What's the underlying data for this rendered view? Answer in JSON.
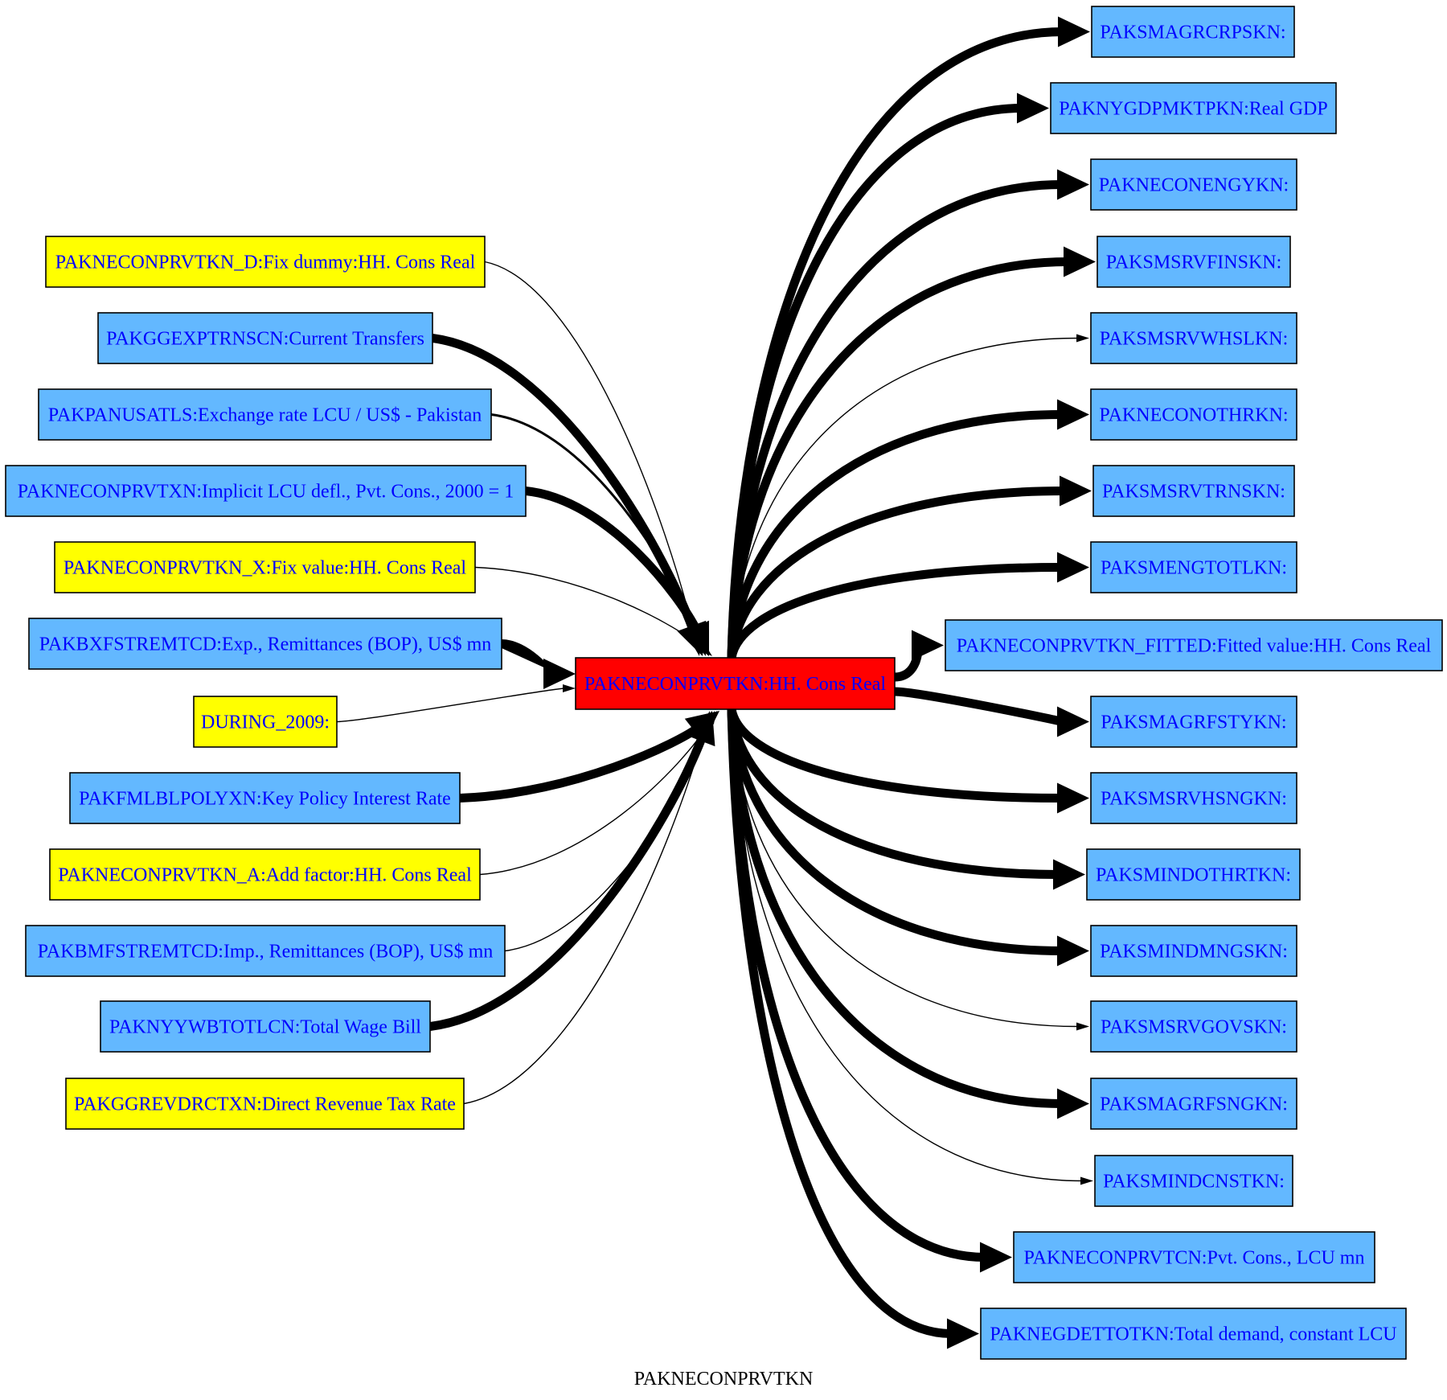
{
  "diagram": {
    "caption": "PAKNECONPRVTKN",
    "colors": {
      "center_fill": "#ff0000",
      "input_fill": "#63b8ff",
      "fixed_fill": "#ffff00",
      "text": "#0000ff",
      "border": "#000000",
      "edge": "#000000"
    },
    "center": {
      "id": "center",
      "label": "PAKNECONPRVTKN:HH. Cons Real"
    },
    "inputs": [
      {
        "id": "in1",
        "label": "PAKNECONPRVTKN_D:Fix dummy:HH. Cons Real",
        "kind": "fixed",
        "weight": "thin"
      },
      {
        "id": "in2",
        "label": "PAKGGEXPTRNSCN:Current Transfers",
        "kind": "var",
        "weight": "thick"
      },
      {
        "id": "in3",
        "label": "PAKPANUSATLS:Exchange rate LCU / US$ - Pakistan",
        "kind": "var",
        "weight": "medium"
      },
      {
        "id": "in4",
        "label": "PAKNECONPRVTXN:Implicit LCU defl., Pvt. Cons., 2000 = 1",
        "kind": "var",
        "weight": "thick"
      },
      {
        "id": "in5",
        "label": "PAKNECONPRVTKN_X:Fix value:HH. Cons Real",
        "kind": "fixed",
        "weight": "thin"
      },
      {
        "id": "in6",
        "label": "PAKBXFSTREMTCD:Exp., Remittances (BOP), US$ mn",
        "kind": "var",
        "weight": "thick"
      },
      {
        "id": "in7",
        "label": "DURING_2009:",
        "kind": "fixed",
        "weight": "thin"
      },
      {
        "id": "in8",
        "label": "PAKFMLBLPOLYXN:Key Policy Interest Rate",
        "kind": "var",
        "weight": "thick"
      },
      {
        "id": "in9",
        "label": "PAKNECONPRVTKN_A:Add factor:HH. Cons Real",
        "kind": "fixed",
        "weight": "thin"
      },
      {
        "id": "in10",
        "label": "PAKBMFSTREMTCD:Imp., Remittances (BOP), US$ mn",
        "kind": "var",
        "weight": "thin"
      },
      {
        "id": "in11",
        "label": "PAKNYYWBTOTLCN:Total Wage Bill",
        "kind": "var",
        "weight": "thick"
      },
      {
        "id": "in12",
        "label": "PAKGGREVDRCTXN:Direct Revenue Tax Rate",
        "kind": "fixed",
        "weight": "thin"
      }
    ],
    "outputs": [
      {
        "id": "out1",
        "label": "PAKSMAGRCRPSKN:",
        "weight": "thick"
      },
      {
        "id": "out2",
        "label": "PAKNYGDPMKTPKN:Real GDP",
        "weight": "thick"
      },
      {
        "id": "out3",
        "label": "PAKNECONENGYKN:",
        "weight": "thick"
      },
      {
        "id": "out4",
        "label": "PAKSMSRVFINSKN:",
        "weight": "thick"
      },
      {
        "id": "out5",
        "label": "PAKSMSRVWHSLKN:",
        "weight": "thin"
      },
      {
        "id": "out6",
        "label": "PAKNECONOTHRKN:",
        "weight": "thick"
      },
      {
        "id": "out7",
        "label": "PAKSMSRVTRNSKN:",
        "weight": "thick"
      },
      {
        "id": "out8",
        "label": "PAKSMENGTOTLKN:",
        "weight": "thick"
      },
      {
        "id": "out9",
        "label": "PAKNECONPRVTKN_FITTED:Fitted  value:HH. Cons Real",
        "weight": "thick"
      },
      {
        "id": "out10",
        "label": "PAKSMAGRFSTYKN:",
        "weight": "thick"
      },
      {
        "id": "out11",
        "label": "PAKSMSRVHSNGKN:",
        "weight": "thick"
      },
      {
        "id": "out12",
        "label": "PAKSMINDOTHRTKN:",
        "weight": "thick"
      },
      {
        "id": "out13",
        "label": "PAKSMINDMNGSKN:",
        "weight": "thick"
      },
      {
        "id": "out14",
        "label": "PAKSMSRVGOVSKN:",
        "weight": "thin"
      },
      {
        "id": "out15",
        "label": "PAKSMAGRFSNGKN:",
        "weight": "thick"
      },
      {
        "id": "out16",
        "label": "PAKSMINDCNSTKN:",
        "weight": "thin"
      },
      {
        "id": "out17",
        "label": "PAKNECONPRVTCN:Pvt. Cons., LCU mn",
        "weight": "thick"
      },
      {
        "id": "out18",
        "label": "PAKNEGDETTOTKN:Total demand, constant LCU",
        "weight": "thick"
      }
    ]
  }
}
